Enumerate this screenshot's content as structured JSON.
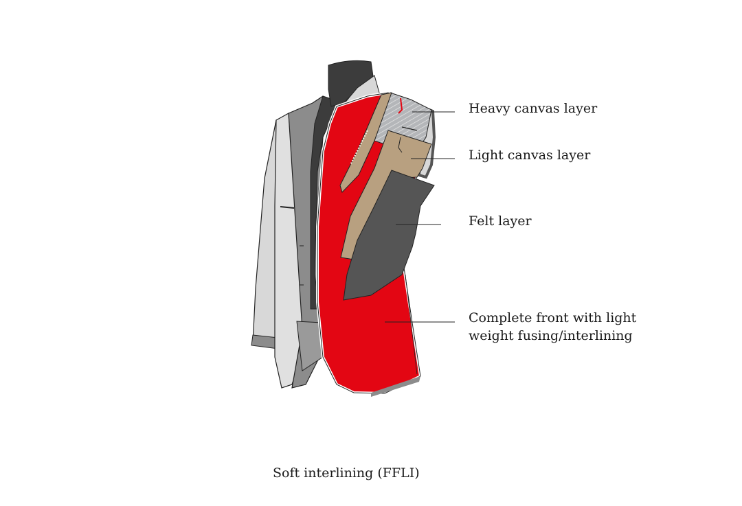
{
  "diagram": {
    "caption": "Soft interlining (FFLI)",
    "labels": [
      {
        "id": "heavy-canvas",
        "text": "Heavy canvas layer"
      },
      {
        "id": "light-canvas",
        "text": "Light canvas layer"
      },
      {
        "id": "felt",
        "text": "Felt layer"
      },
      {
        "id": "complete-front",
        "line1": "Complete front with light",
        "line2": "weight fusing/interlining"
      }
    ],
    "colors": {
      "red": "#e30613",
      "tan": "#b8a080",
      "felt": "#555555",
      "canvas": "#b4b6b9",
      "light_grey": "#d8d8d8",
      "mid_grey": "#8c8c8c",
      "dark_grey": "#3c3c3c"
    }
  }
}
